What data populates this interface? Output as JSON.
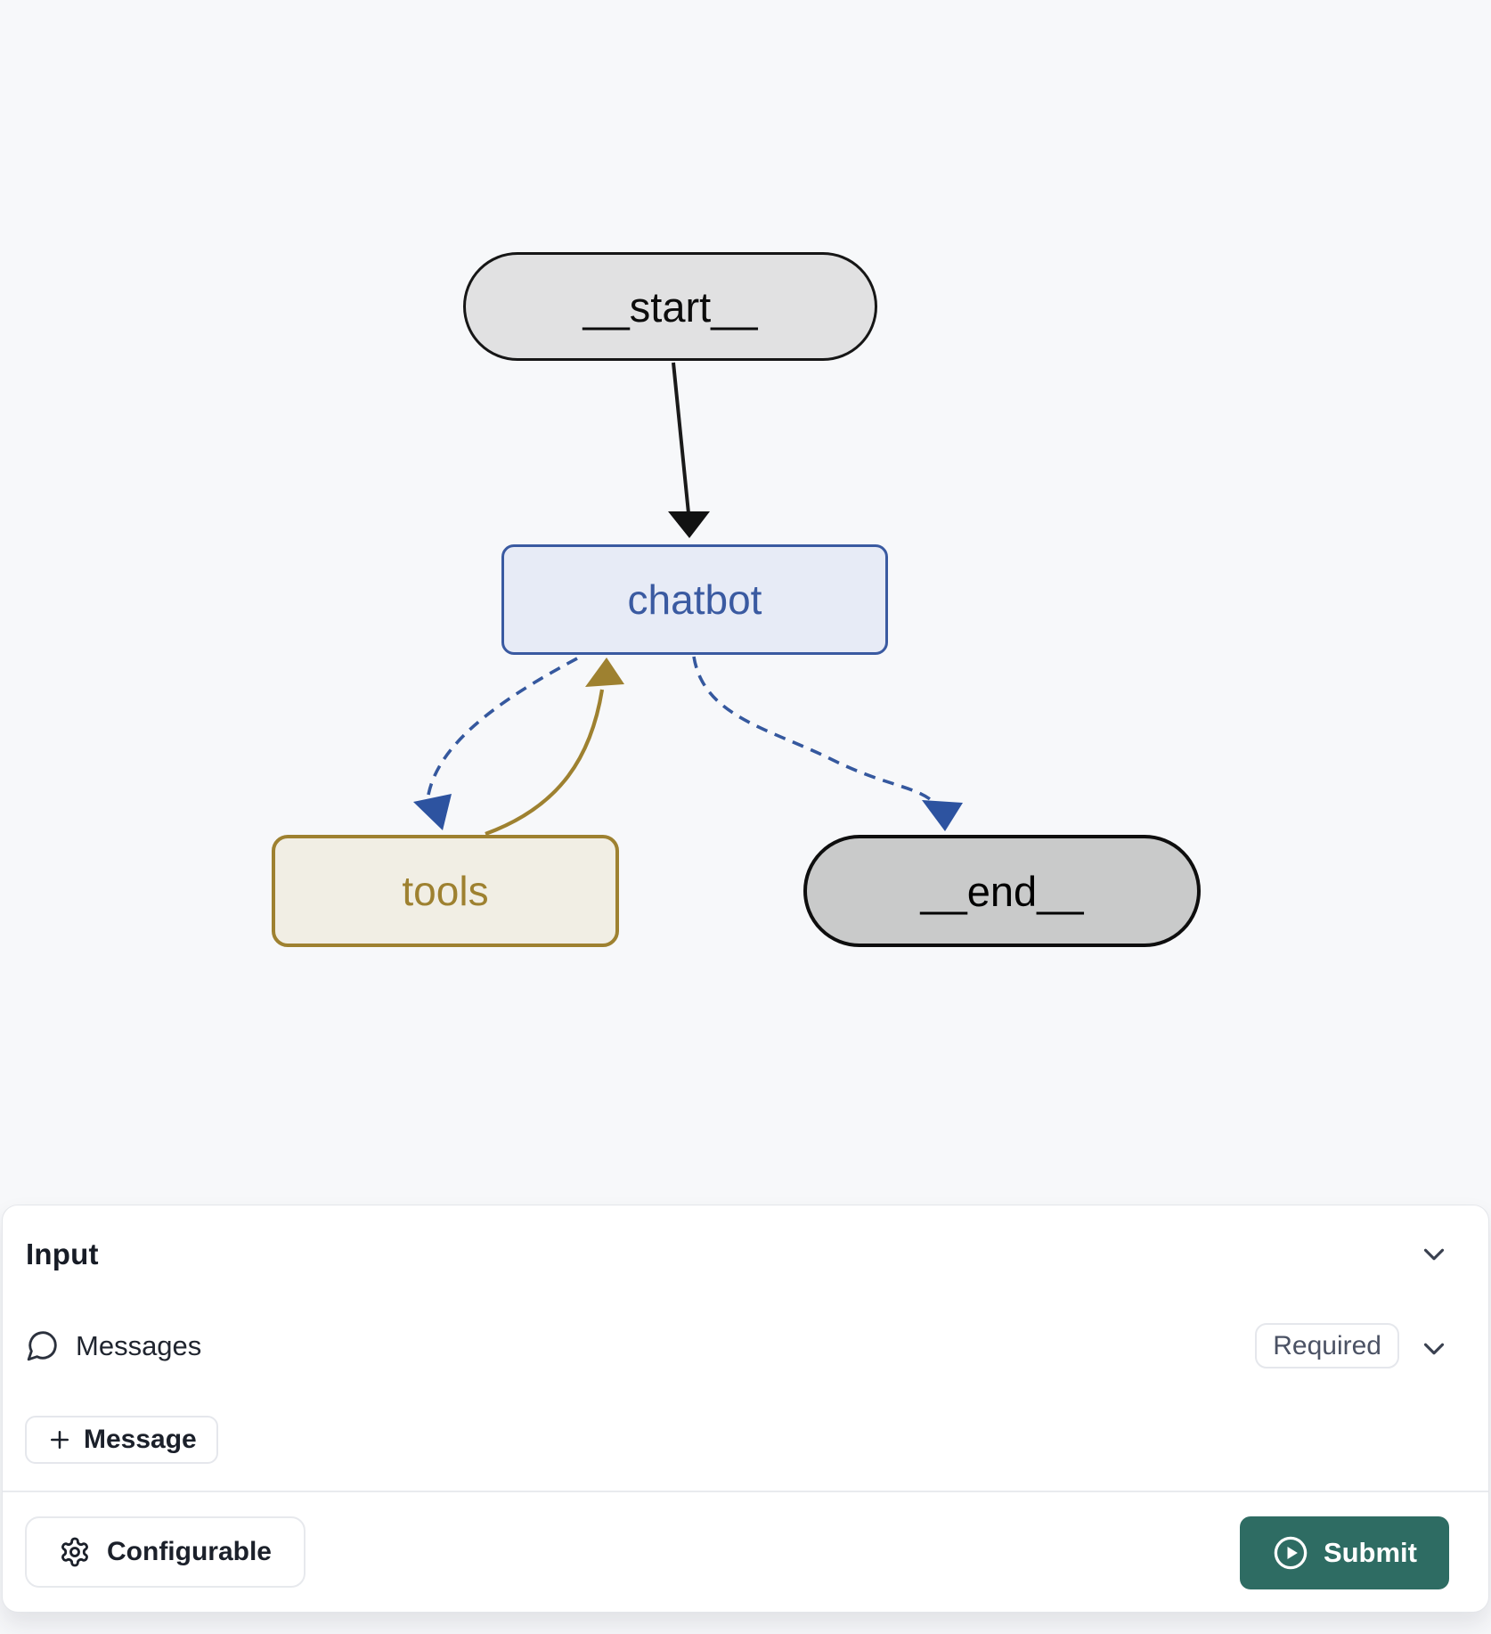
{
  "graph": {
    "nodes": [
      {
        "id": "start",
        "label": "__start__",
        "fill": "#e1e1e2",
        "border": "#161616",
        "text": "#0c0c0c"
      },
      {
        "id": "chatbot",
        "label": "chatbot",
        "fill": "#e7ebf6",
        "border": "#3a5aa1",
        "text": "#3a5aa1"
      },
      {
        "id": "tools",
        "label": "tools",
        "fill": "#f1eee4",
        "border": "#9e8130",
        "text": "#9e8130"
      },
      {
        "id": "end",
        "label": "__end__",
        "fill": "#c9caca",
        "border": "#0e0e0e",
        "text": "#000000"
      }
    ],
    "edges": [
      {
        "from": "__start__",
        "to": "chatbot",
        "style": "solid",
        "color": "#1a1a1a"
      },
      {
        "from": "chatbot",
        "to": "tools",
        "style": "dashed",
        "color": "#35589e"
      },
      {
        "from": "tools",
        "to": "chatbot",
        "style": "solid",
        "color": "#9e8130"
      },
      {
        "from": "chatbot",
        "to": "__end__",
        "style": "dashed",
        "color": "#35589e"
      }
    ]
  },
  "panel": {
    "title": "Input",
    "messages_label": "Messages",
    "required_badge": "Required",
    "add_message_label": "Message",
    "configurable_label": "Configurable",
    "submit_label": "Submit",
    "icons": {
      "messages": "message-bubble-icon",
      "add": "plus-icon",
      "configurable": "gear-icon",
      "submit": "play-circle-icon",
      "collapse": "chevron-down-icon"
    },
    "colors": {
      "submit_bg": "#2e6c63",
      "panel_bg": "#ffffff",
      "canvas_bg": "#f7f8fa",
      "badge_text": "#4b5264"
    }
  }
}
